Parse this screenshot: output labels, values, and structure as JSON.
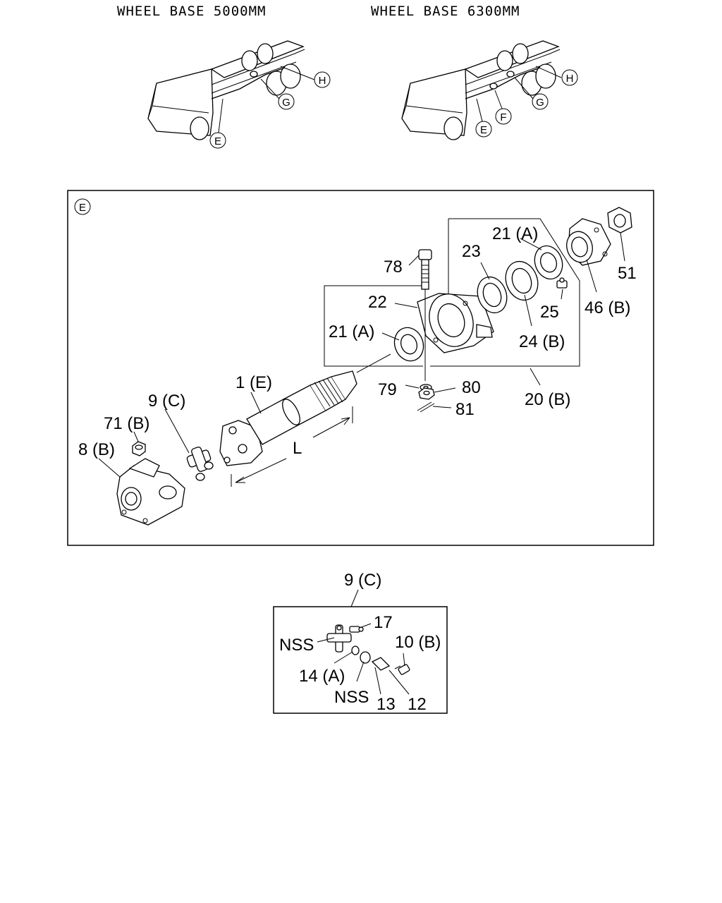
{
  "header": {
    "wb_left": "WHEEL BASE 5000MM",
    "wb_right": "WHEEL BASE 6300MM"
  },
  "truck_left": {
    "callouts": [
      "H",
      "G",
      "E"
    ]
  },
  "truck_right": {
    "callouts": [
      "H",
      "G",
      "F",
      "E"
    ]
  },
  "main_panel": {
    "section_label": "E",
    "parts": {
      "p78": "78",
      "p22": "22",
      "p23": "23",
      "p21a_top": "21 (A)",
      "p21a_left": "21 (A)",
      "p25": "25",
      "p24b": "24 (B)",
      "p46b": "46 (B)",
      "p51": "51",
      "p20b": "20 (B)",
      "p79": "79",
      "p80": "80",
      "p81": "81",
      "p1e": "1 (E)",
      "p9c": "9 (C)",
      "p71b": "71 (B)",
      "p8b": "8 (B)",
      "dim_l": "L"
    }
  },
  "detail_panel": {
    "title": "9 (C)",
    "parts": {
      "p17": "17",
      "nss_top": "NSS",
      "p10b": "10 (B)",
      "p14a": "14 (A)",
      "nss_bottom": "NSS",
      "p13": "13",
      "p12": "12"
    }
  }
}
